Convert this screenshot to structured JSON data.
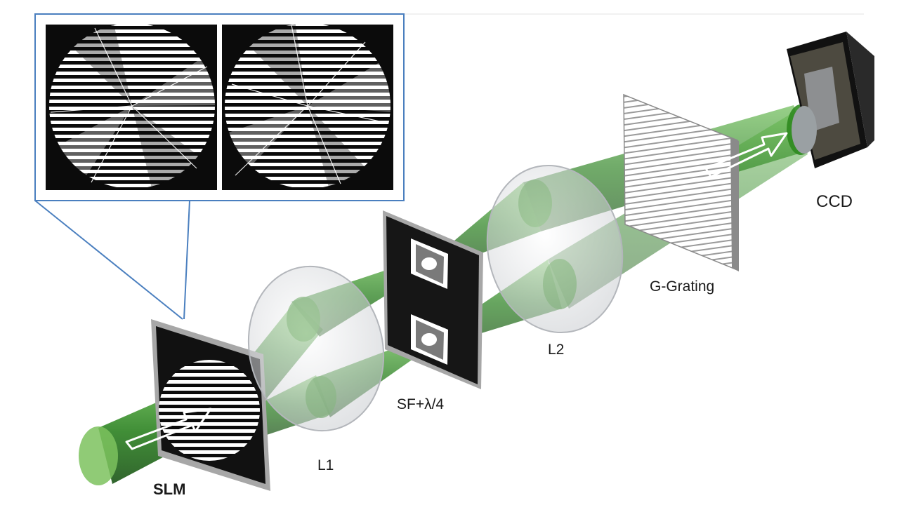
{
  "labels": {
    "slm": "SLM",
    "l1": "L1",
    "sf": "SF+λ/4",
    "l2": "L2",
    "grating": "G-Grating",
    "ccd": "CCD"
  },
  "colors": {
    "beam": "#2f8a1f",
    "inset_border": "#4a7fbf",
    "panel": "#111111"
  },
  "inset": {
    "panels": [
      "hologram-fork-3",
      "hologram-fork-4"
    ]
  }
}
